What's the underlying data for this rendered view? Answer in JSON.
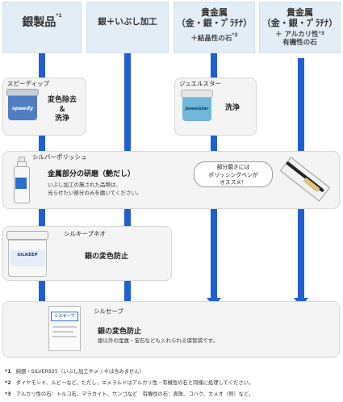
{
  "headers": [
    {
      "main": "銀製品",
      "sup": "*1"
    },
    {
      "main": "銀＋いぶし加工"
    },
    {
      "main": "貴金属",
      "sub1": "（金・銀・ﾌﾟﾗﾁﾅ）",
      "sub2": "＋結晶性の石",
      "sup": "*2"
    },
    {
      "main": "貴金属",
      "sub1": "（金・銀・ﾌﾟﾗﾁﾅ）",
      "sub2a": "＋",
      "sub2b": "アルカリ性",
      "sub3": "有機性の石",
      "sup": "*3"
    }
  ],
  "products": {
    "speedy": {
      "name": "スピーディップ",
      "desc1": "変色除去",
      "amp": "＆",
      "desc2": "洗浄",
      "label": "speedy"
    },
    "jewel": {
      "name": "ジュエルスター",
      "desc": "洗浄",
      "label": "Jewelstar"
    },
    "polish": {
      "name": "シルバーポリッシュ",
      "title": "金属部分の研磨（艶だし）",
      "line1": "いぶし加工の施された品物は、",
      "line2": "光らせたい部分のみを磨いてください。",
      "callout1": "部分磨きには",
      "callout2": "ポリッシングペンが",
      "callout3": "オススメ！"
    },
    "neo": {
      "name": "シルキープネオ",
      "desc": "銀の変色防止",
      "label": "SILKEEP"
    },
    "save": {
      "name": "シルセーブ",
      "desc": "銀の変色防止",
      "sub": "銀以外の金属・宝石なども入れられる保管袋です。",
      "label": "シルセーブ"
    }
  },
  "notes": [
    {
      "mark": "*1",
      "text": "純銀・SILVER925（いぶし加工やメッキは含みません）"
    },
    {
      "mark": "*2",
      "text": "ダイヤモンド、ルビーなど。ただし、エメラルドはアルカリ性・有機性の石と同様に処理してください。"
    },
    {
      "mark": "*3",
      "text": "アルカリ性の石：トルコ石、マラカイト、サンゴなど　有機性の石：真珠、コハク、カメオ（貝）など。"
    }
  ],
  "colors": {
    "arrow": "#1f5fd1",
    "header_bg": "#e2edf6",
    "card_bg": "#f4f4f4"
  }
}
